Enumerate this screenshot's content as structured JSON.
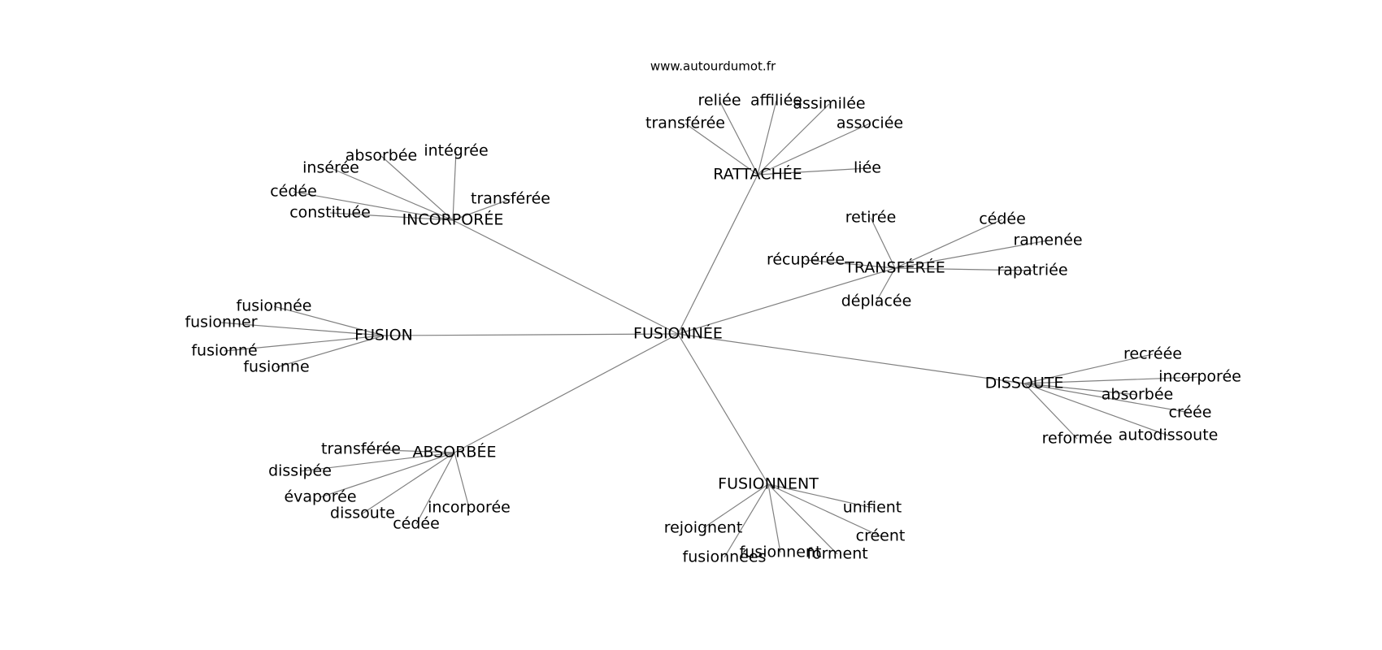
{
  "source": "www.autourdumot.fr",
  "center": "FUSIONNÉE",
  "groups": [
    {
      "label": "RATTACHÉE",
      "words": [
        "reliée",
        "affiliée",
        "assimilée",
        "transférée",
        "associée",
        "liée"
      ]
    },
    {
      "label": "INCORPORÉE",
      "words": [
        "intégrée",
        "absorbée",
        "insérée",
        "cédée",
        "constituée",
        "transférée"
      ]
    },
    {
      "label": "TRANSFÉRÉE",
      "words": [
        "retirée",
        "cédée",
        "ramenée",
        "récupérée",
        "rapatriée",
        "déplacée"
      ]
    },
    {
      "label": "FUSION",
      "words": [
        "fusionnée",
        "fusionner",
        "fusionné",
        "fusionne"
      ]
    },
    {
      "label": "DISSOUTE",
      "words": [
        "recréée",
        "incorporée",
        "absorbée",
        "créée",
        "autodissoute",
        "reformée"
      ]
    },
    {
      "label": "ABSORBÉE",
      "words": [
        "transférée",
        "dissipée",
        "évaporée",
        "dissoute",
        "cédée",
        "incorporée"
      ]
    },
    {
      "label": "FUSIONNENT",
      "words": [
        "unifient",
        "créent",
        "rejoignent",
        "fusionnent",
        "forment",
        "fusionnées"
      ]
    }
  ]
}
